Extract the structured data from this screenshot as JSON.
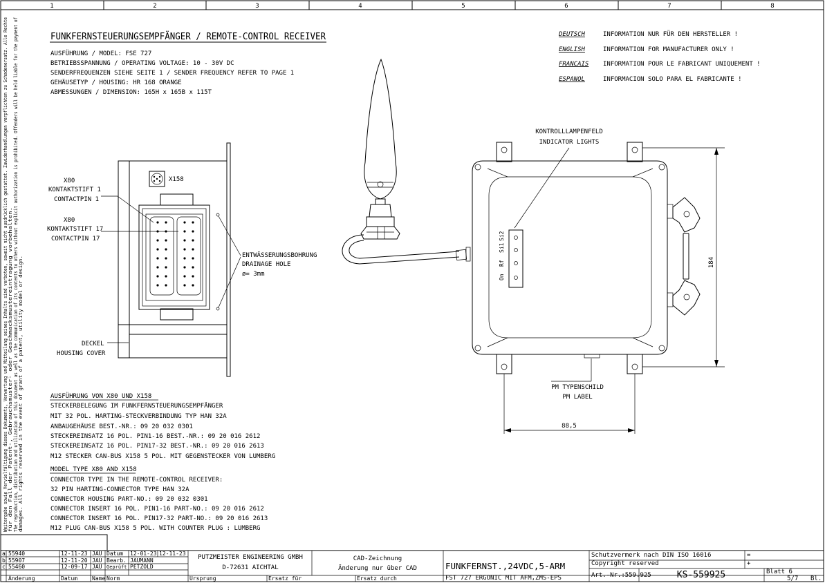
{
  "grid": {
    "columns": [
      "1",
      "2",
      "3",
      "4",
      "5",
      "6",
      "7",
      "8"
    ]
  },
  "copyright_side": [
    "Weitergabe sowie Vervielfältigung dieses Dokuments, Verwertung und Mitteilung seines Inhalts sind verboten, soweit nicht ausdrücklich gestattet. Zuwiderhandlungen verpflichten zu Schadenersatz. Alle Rechte",
    "für den Fall der Patent-, Gebrauchsmuster- oder Geschmacksmustereintragung vorbehalten.",
    "The reproduction, distribution and utilization of this document as well as the communication of its contents to others without explicit authorization is prohibited. Offenders will be held liable for the payment of",
    "damages. All rights reserved in the event of grant of a patent, utility model or design."
  ],
  "header": {
    "title": "FUNKFERNSTEUERUNGSEMPFÄNGER / REMOTE-CONTROL RECEIVER",
    "lines": [
      "AUSFÜHRUNG / MODEL: FSE 727",
      "BETRIEBSSPANNUNG / OPERATING VOLTAGE: 10 - 30V DC",
      "SENDERFREQUENZEN SIEHE SEITE 1 / SENDER FREQUENCY REFER TO PAGE 1",
      "GEHÄUSETYP / HOUSING: HR 168 ORANGE",
      "ABMESSUNGEN / DIMENSION: 165H x 165B x 115T"
    ]
  },
  "language_notes": [
    {
      "lang": "DEUTSCH",
      "text": "INFORMATION NUR FÜR DEN HERSTELLER !"
    },
    {
      "lang": "ENGLISH",
      "text": "INFORMATION FOR MANUFACTURER ONLY !"
    },
    {
      "lang": "FRANCAIS",
      "text": "INFORMATION POUR LE FABRICANT UNIQUEMENT !"
    },
    {
      "lang": "ESPANOL",
      "text": "INFORMACION SOLO PARA EL FABRICANTE !"
    }
  ],
  "labels": {
    "x158": "X158",
    "x80_a": "X80",
    "contact1_de": "KONTAKTSTIFT 1",
    "contact1_en": "CONTACTPIN 1",
    "x80_b": "X80",
    "contact17_de": "KONTAKTSTIFT 17",
    "contact17_en": "CONTACTPIN 17",
    "drain_de": "ENTWÄSSERUNGSBOHRUNG",
    "drain_en": "DRAINAGE HOLE",
    "drain_dim": "ø= 3mm",
    "cover_de": "DECKEL",
    "cover_en": "HOUSING COVER",
    "lights_de": "KONTROLLLAMPENFELD",
    "lights_en": "INDICATOR LIGHTS",
    "indicators": [
      "On",
      "Rf",
      "Si1",
      "Si2"
    ],
    "label_de": "PM TYPENSCHILD",
    "label_en": "PM LABEL",
    "dim_height": "184",
    "dim_width": "88,5"
  },
  "spec_de": {
    "title": "AUSFÜHRUNG VON X80 UND X158",
    "lines": [
      "STECKERBELEGUNG IM FUNKFERNSTEUERUNGSEMPFÄNGER",
      "MIT 32 POL. HARTING-STECKVERBINDUNG TYP HAN 32A",
      "ANBAUGEHÄUSE BEST.-NR.: 09 20 032 0301",
      "STECKEREINSATZ 16 POL. PIN1-16  BEST.-NR.: 09 20 016 2612",
      "STECKEREINSATZ 16 POL. PIN17-32 BEST.-NR.: 09 20 016 2613",
      "M12 STECKER CAN-BUS X158 5 POL. MIT GEGENSTECKER VON LUMBERG"
    ]
  },
  "spec_en": {
    "title": "MODEL TYPE X80 AND X158",
    "lines": [
      "CONNECTOR TYPE IN THE REMOTE-CONTROL RECEIVER:",
      "32 PIN HARTING-CONNECTOR TYPE HAN 32A",
      "CONNECTOR HOUSING PART-NO.: 09 20 032 0301",
      "CONNECTOR INSERT 16 POL. PIN1-16  PART-NO.: 09 20 016 2612",
      "CONNECTOR INSERT 16 POL. PIN17-32 PART-NO.: 09 20 016 2613",
      "M12 PLUG CAN-BUS X158 5 POL. WITH COUNTER PLUG : LUMBERG"
    ]
  },
  "title_block": {
    "revisions": [
      {
        "letter": "a",
        "number": "55940",
        "date": "12-11-23",
        "name": "JAU"
      },
      {
        "letter": "b",
        "number": "55907",
        "date": "12-11-20",
        "name": "JAU"
      },
      {
        "letter": "c",
        "number": "55460",
        "date": "12-09-17",
        "name": "JAU"
      }
    ],
    "rev_header": {
      "change": "Änderung",
      "date": "Datum",
      "name": "Name",
      "norm": "Norm"
    },
    "roles": [
      {
        "role": "Datum",
        "value": "12-01-23",
        "value2": "12-11-23"
      },
      {
        "role": "Bearb.",
        "value": "JAUMANN",
        "value2": ""
      },
      {
        "role": "Geprüft",
        "value": "PETZOLD",
        "value2": ""
      }
    ],
    "company": "PUTZMEISTER ENGINEERING GMBH",
    "city": "D-72631 AICHTAL",
    "cad_note_1": "CAD-Zeichnung",
    "cad_note_2": "Änderung nur über CAD",
    "origin": "Ursprung",
    "replaces": "Ersatz für",
    "replaced_by": "Ersatz durch",
    "drawing_title": "FUNKFERNST.,24VDC,5-ARM",
    "drawing_subtitle": "FST 727 ERGONIC MIT AFM,ZMS-EPS",
    "protection": "Schutzvermerk nach DIN ISO 16016",
    "copyright": "Copyright reserved",
    "part_label": "Art.-Nr.:559.925",
    "drawing_no": "KS-559925",
    "sheet_label": "Blatt 6",
    "sheet_count": "5/7",
    "sheet_suffix": "Bl."
  }
}
